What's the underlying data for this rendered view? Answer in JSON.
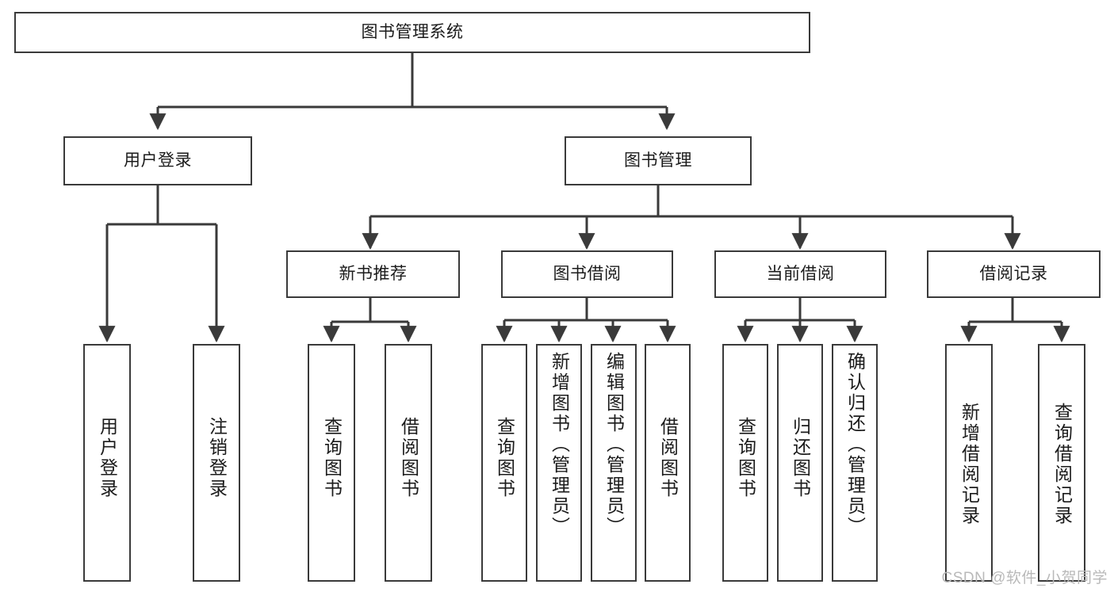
{
  "diagram": {
    "type": "tree-hierarchy",
    "title": "图书管理系统",
    "root": {
      "id": "root",
      "label": "图书管理系统",
      "orientation": "horizontal"
    },
    "level2": [
      {
        "id": "user-login",
        "label": "用户登录",
        "orientation": "horizontal"
      },
      {
        "id": "book-manage",
        "label": "图书管理",
        "orientation": "horizontal"
      }
    ],
    "level3": [
      {
        "id": "new-book-recommend",
        "label": "新书推荐",
        "orientation": "horizontal",
        "parent": "book-manage"
      },
      {
        "id": "book-borrow",
        "label": "图书借阅",
        "orientation": "horizontal",
        "parent": "book-manage"
      },
      {
        "id": "current-borrow",
        "label": "当前借阅",
        "orientation": "horizontal",
        "parent": "book-manage"
      },
      {
        "id": "borrow-record",
        "label": "借阅记录",
        "orientation": "horizontal",
        "parent": "book-manage"
      }
    ],
    "leaves": [
      {
        "id": "leaf-user-login",
        "label": "用户登录",
        "parent": "user-login"
      },
      {
        "id": "leaf-logout-login",
        "label": "注销登录",
        "parent": "user-login"
      },
      {
        "id": "leaf-query-book-1",
        "label": "查询图书",
        "parent": "new-book-recommend"
      },
      {
        "id": "leaf-borrow-book-1",
        "label": "借阅图书",
        "parent": "new-book-recommend"
      },
      {
        "id": "leaf-query-book-2",
        "label": "查询图书",
        "parent": "book-borrow"
      },
      {
        "id": "leaf-add-book",
        "label": "新增图书（管理员）",
        "parent": "book-borrow"
      },
      {
        "id": "leaf-edit-book",
        "label": "编辑图书（管理员）",
        "parent": "book-borrow"
      },
      {
        "id": "leaf-borrow-book-2",
        "label": "借阅图书",
        "parent": "book-borrow"
      },
      {
        "id": "leaf-query-book-3",
        "label": "查询图书",
        "parent": "current-borrow"
      },
      {
        "id": "leaf-return-book",
        "label": "归还图书",
        "parent": "current-borrow"
      },
      {
        "id": "leaf-confirm-return",
        "label": "确认归还（管理员）",
        "parent": "current-borrow"
      },
      {
        "id": "leaf-add-record",
        "label": "新增借阅记录",
        "parent": "borrow-record"
      },
      {
        "id": "leaf-query-record",
        "label": "查询借阅记录",
        "parent": "borrow-record"
      }
    ],
    "colors": {
      "stroke": "#3a3a3a",
      "text": "#1b1b1b",
      "background": "#ffffff",
      "watermark": "#b9b9b9"
    }
  },
  "watermark": {
    "text": "CSDN @软件_小贺同学"
  }
}
